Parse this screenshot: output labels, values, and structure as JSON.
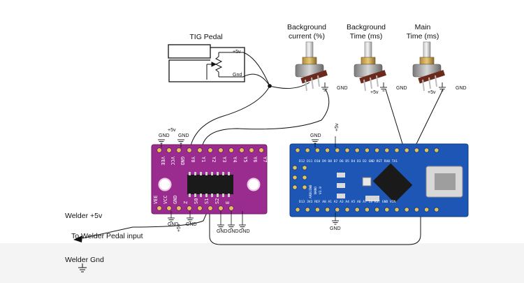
{
  "tig_pedal": {
    "title": "TIG Pedal",
    "plus5v": "+5v",
    "gnd": "Gnd"
  },
  "pots": [
    {
      "line1": "Background",
      "line2": "current (%)"
    },
    {
      "line1": "Background",
      "line2": "Time (ms)"
    },
    {
      "line1": "Main",
      "line2": "Time (ms)"
    }
  ],
  "pot_labels": {
    "gnd": "GND",
    "plus5v": "+5v"
  },
  "mux": {
    "top_pins": [
      "VEE",
      "VCC",
      "GND",
      "Y0",
      "Y1",
      "Y2",
      "Y3",
      "Y4",
      "Y5",
      "Y6",
      "Y7"
    ],
    "bottom_pins": [
      "VEE",
      "VCC",
      "GND",
      "Z",
      "S0",
      "S1",
      "S2",
      "E"
    ],
    "top_gnd": "GND",
    "top_5v": "+5v",
    "bottom_5v": "+5v",
    "bottom_gnd": "GND"
  },
  "nano": {
    "top_gnd": "GND",
    "top_5v": "+5v",
    "bottom_gnd": "GND",
    "board_text": [
      "ARDUINO",
      "NANO",
      "V3.0"
    ],
    "top_pins": "D12 D11 D10 D9 D8 D7 D6 D5 D4 D3 D2 GND RST RX0 TX1",
    "bottom_pins": "D13 3V3 REF A0 A1 A2 A3 A4 A5 A6 A7 5V RST GND VIN"
  },
  "welder": {
    "plus5v": "Welder +5v",
    "pedal_input": "To Welder Pedal input",
    "gnd": "Welder Gnd"
  }
}
